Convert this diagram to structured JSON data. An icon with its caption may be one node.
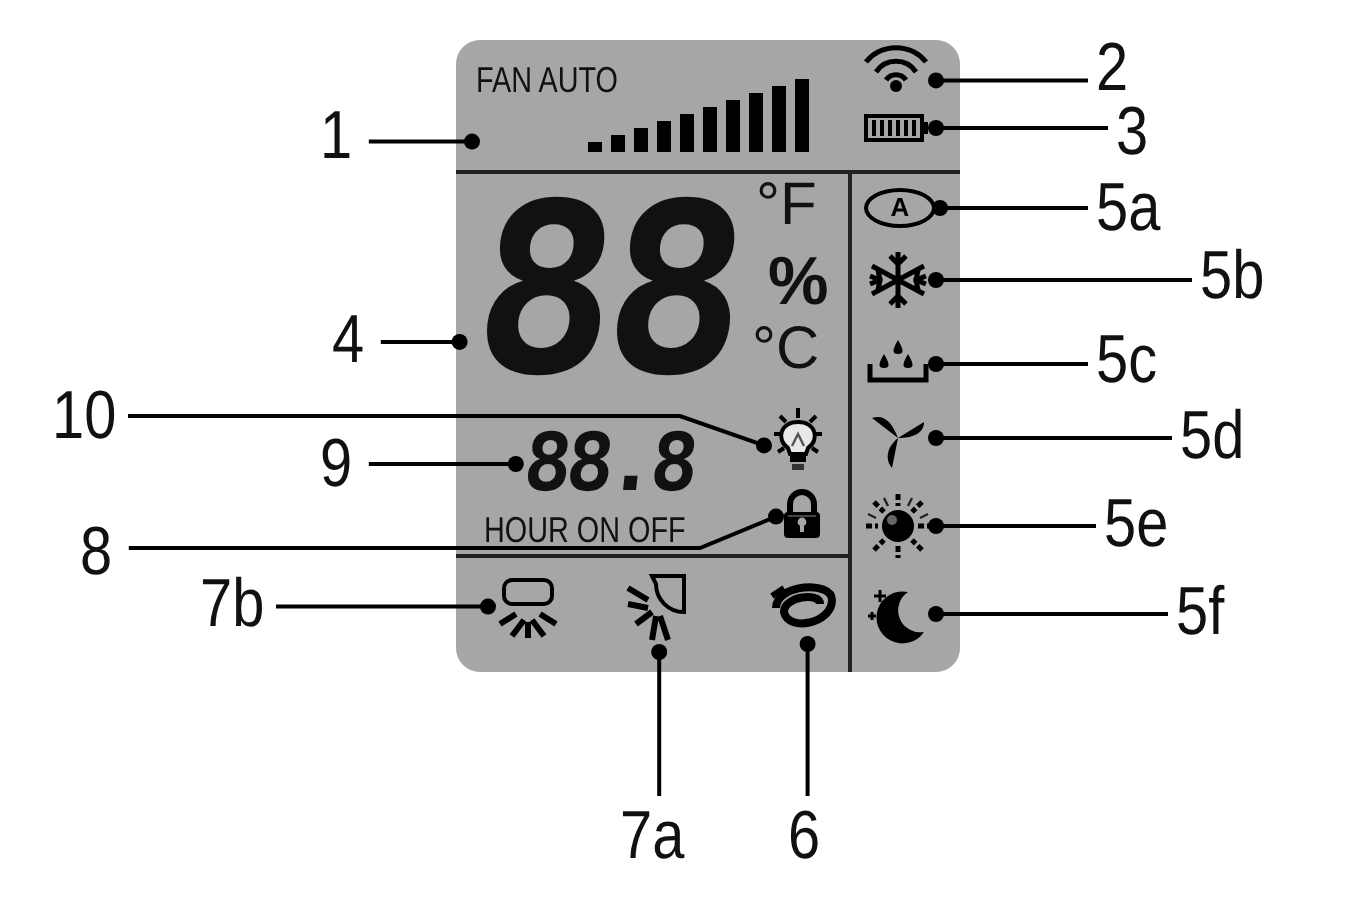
{
  "diagram": {
    "nodes": [
      {
        "text": [],
        "shape": "box"
      },
      {
        "text": [
          "1"
        ]
      },
      {
        "text": [
          "FAN AUTO"
        ],
        "in": 0
      },
      {
        "text": [
          "2"
        ]
      },
      {
        "text": [],
        "shape": "picture",
        "in": 0
      },
      {
        "text": [
          "3"
        ]
      },
      {
        "text": [],
        "shape": "picture",
        "in": 0
      },
      {
        "text": [
          "4"
        ]
      },
      {
        "text": [
          "88"
        ],
        "in": 0
      },
      {
        "text": [
          "10"
        ]
      },
      {
        "text": [],
        "shape": "picture",
        "in": 0
      },
      {
        "text": [
          "9"
        ]
      },
      {
        "text": [
          "88.8"
        ],
        "in": 0
      },
      {
        "text": [
          "8"
        ]
      },
      {
        "text": [],
        "shape": "picture",
        "in": 0
      },
      {
        "text": [
          "7b"
        ]
      },
      {
        "text": [],
        "shape": "picture",
        "in": 0
      },
      {
        "text": [
          "7a"
        ]
      },
      {
        "text": [],
        "shape": "picture",
        "in": 0
      },
      {
        "text": [
          "6"
        ]
      },
      {
        "text": [],
        "shape": "picture",
        "in": 0
      },
      {
        "text": [
          "5a"
        ]
      },
      {
        "text": [
          "A"
        ],
        "in": 0
      },
      {
        "text": [
          "5b"
        ]
      },
      {
        "text": [],
        "shape": "picture",
        "in": 0
      },
      {
        "text": [
          "5c"
        ]
      },
      {
        "text": [],
        "shape": "picture",
        "in": 0
      },
      {
        "text": [
          "5d"
        ]
      },
      {
        "text": [],
        "shape": "picture",
        "in": 0
      },
      {
        "text": [
          "5e"
        ]
      },
      {
        "text": [],
        "shape": "picture",
        "in": 0
      },
      {
        "text": [
          "5f"
        ]
      },
      {
        "text": [],
        "shape": "picture",
        "in": 0
      }
    ],
    "edges": [
      {
        "from": 1,
        "to": 2,
        "arrow": "other"
      },
      {
        "from": 3,
        "to": 4,
        "arrow": "other"
      },
      {
        "from": 5,
        "to": 6,
        "arrow": "other"
      },
      {
        "from": 7,
        "to": 8,
        "arrow": "other"
      },
      {
        "from": 9,
        "to": 10,
        "arrow": "other"
      },
      {
        "from": 11,
        "to": 12,
        "arrow": "other"
      },
      {
        "from": 13,
        "to": 14,
        "arrow": "other"
      },
      {
        "from": 15,
        "to": 16,
        "arrow": "other"
      },
      {
        "from": 17,
        "to": 18,
        "arrow": "other"
      },
      {
        "from": 19,
        "to": 20,
        "arrow": "other"
      },
      {
        "from": 21,
        "to": 22,
        "arrow": "other"
      },
      {
        "from": 23,
        "to": 24,
        "arrow": "other"
      },
      {
        "from": 25,
        "to": 26,
        "arrow": "other"
      },
      {
        "from": 27,
        "to": 28,
        "arrow": "other"
      },
      {
        "from": 29,
        "to": 30,
        "arrow": "other"
      },
      {
        "from": 31,
        "to": 32,
        "arrow": "other"
      }
    ],
    "labels": [
      "°F",
      "%",
      "°C",
      "HOUR ON OFF"
    ]
  }
}
